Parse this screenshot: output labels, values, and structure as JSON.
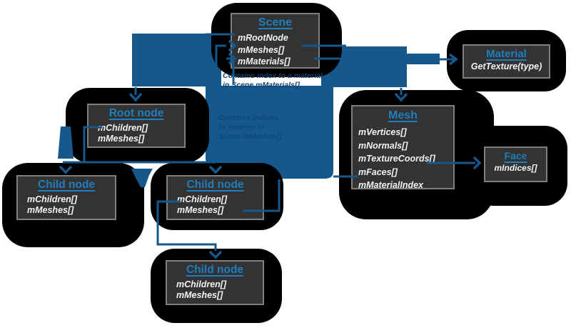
{
  "diagram": {
    "boxes": [
      {
        "id": "scene",
        "title": "Scene",
        "fields": [
          "mRootNode",
          "mMeshes[]",
          "mMaterials[]"
        ]
      },
      {
        "id": "material",
        "title": "Material",
        "fields": [
          "GetTexture(type)"
        ]
      },
      {
        "id": "mesh",
        "title": "Mesh",
        "fields": [
          "mVertices[]",
          "mNormals[]",
          "mTextureCoords[]",
          "mFaces[]",
          "mMaterialIndex"
        ]
      },
      {
        "id": "face",
        "title": "Face",
        "fields": [
          "mIndices[]"
        ]
      },
      {
        "id": "root",
        "title": "Root node",
        "fields": [
          "mChildren[]",
          "mMeshes[]"
        ]
      },
      {
        "id": "child1",
        "title": "Child node",
        "fields": [
          "mChildren[]",
          "mMeshes[]"
        ]
      },
      {
        "id": "child2",
        "title": "Child node",
        "fields": [
          "mChildren[]",
          "mMeshes[]"
        ]
      },
      {
        "id": "child3",
        "title": "Child node",
        "fields": [
          "mChildren[]",
          "mMeshes[]"
        ]
      }
    ],
    "notes": {
      "material_note": {
        "line1": "Contains index to a material",
        "line2": "in Scene.mMaterials[]"
      },
      "meshes_note": {
        "line1": "Contains indices",
        "line2": "to meshes in",
        "line3": "Scene.mMeshes[]"
      }
    },
    "colors": {
      "connector_blue": "#16588C",
      "title_blue": "#1E7FC0",
      "box_background": "#333333",
      "box_border": "#7F7F7F",
      "blob_black": "#000000",
      "field_text": "#F2F2F2",
      "note_text": "#11406F"
    }
  }
}
